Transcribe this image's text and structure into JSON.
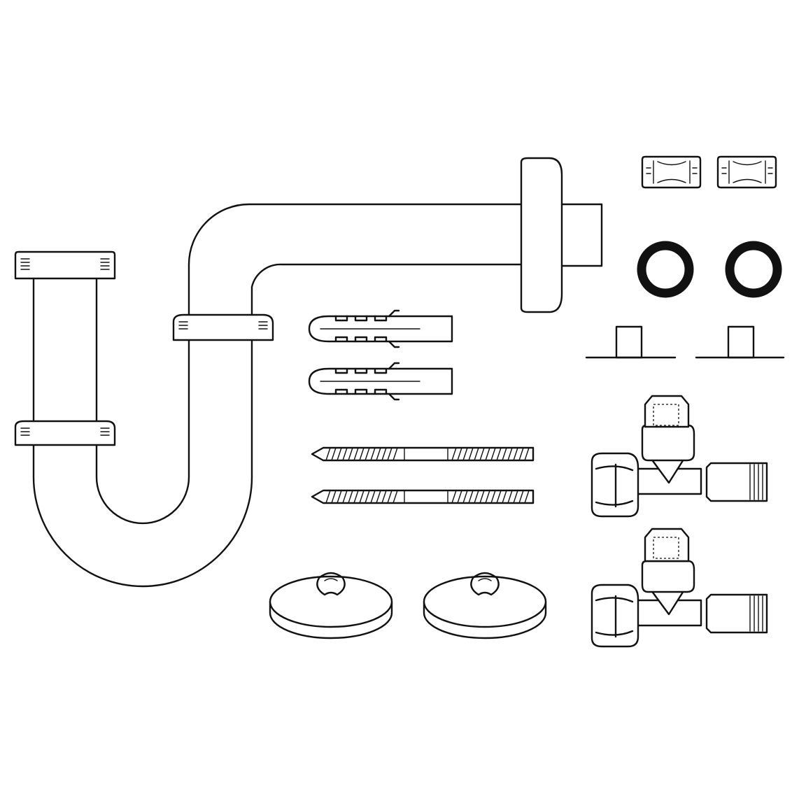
{
  "figure": {
    "style": "black line drawing on white",
    "colors": {
      "background": "#ffffff",
      "stroke": "#111111"
    },
    "parts": [
      {
        "name": "siphon-trap-pipe",
        "count": 1
      },
      {
        "name": "slip-nut",
        "count": 3
      },
      {
        "name": "wall-flange-tube",
        "count": 1
      },
      {
        "name": "clamp",
        "count": 2
      },
      {
        "name": "o-ring",
        "count": 2
      },
      {
        "name": "collar-fitting",
        "count": 2
      },
      {
        "name": "wall-plug",
        "count": 2
      },
      {
        "name": "hanger-bolt",
        "count": 2
      },
      {
        "name": "rosette-cover",
        "count": 2
      },
      {
        "name": "angle-valve",
        "count": 2
      }
    ]
  }
}
